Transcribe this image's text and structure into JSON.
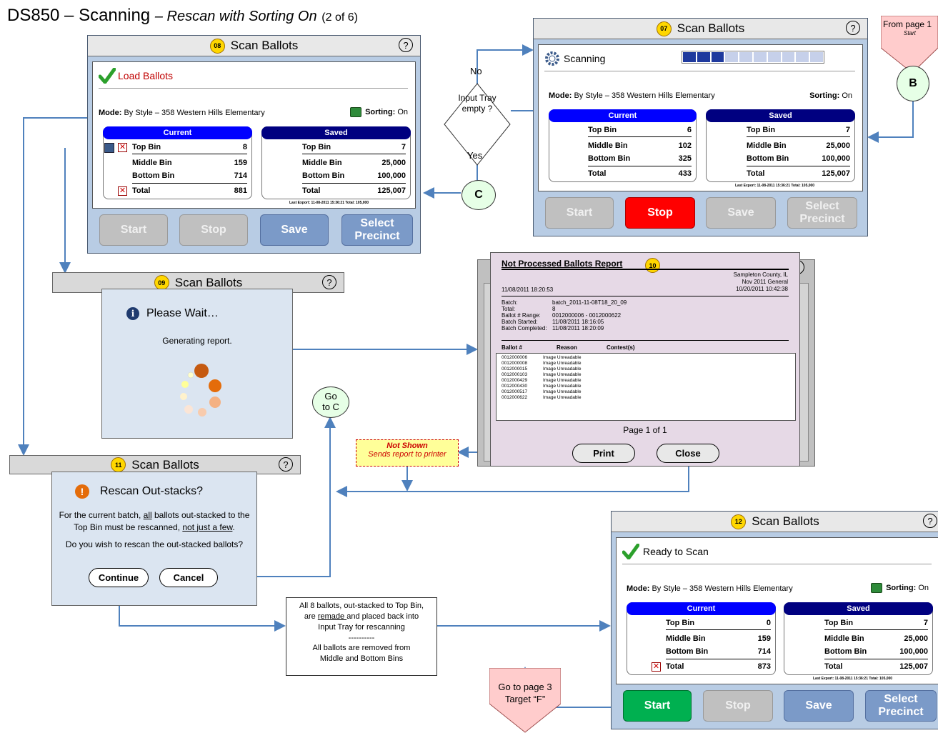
{
  "page": {
    "title_main": "DS850 – Scanning",
    "title_sep": " – ",
    "title_sub": "Rescan with Sorting On",
    "title_pg": "(2 of 6)"
  },
  "screen08": {
    "num": "08",
    "title": "Scan Ballots",
    "help": "?",
    "status": "Load Ballots",
    "mode_label": "Mode:",
    "mode_value": "By Style – 358 Western Hills Elementary",
    "sorting_label": "Sorting:",
    "sorting_value": "On",
    "current": {
      "header": "Current",
      "rows": [
        {
          "label": "Top Bin",
          "value": "8"
        },
        {
          "label": "Middle Bin",
          "value": "159"
        },
        {
          "label": "Bottom Bin",
          "value": "714"
        },
        {
          "label": "Total",
          "value": "881"
        }
      ]
    },
    "saved": {
      "header": "Saved",
      "rows": [
        {
          "label": "Top Bin",
          "value": "7"
        },
        {
          "label": "Middle Bin",
          "value": "25,000"
        },
        {
          "label": "Bottom Bin",
          "value": "100,000"
        },
        {
          "label": "Total",
          "value": "125,007"
        }
      ]
    },
    "last_export": "Last Export: 11-08-2011 15:36:21    Total: 105,000",
    "buttons": {
      "start": "Start",
      "stop": "Stop",
      "save": "Save",
      "select": "Select Precinct"
    }
  },
  "screen07": {
    "num": "07",
    "title": "Scan Ballots",
    "help": "?",
    "status": "Scanning",
    "progress": {
      "filled": 3,
      "total": 10
    },
    "mode_label": "Mode:",
    "mode_value": "By Style – 358 Western Hills Elementary",
    "sorting_label": "Sorting:",
    "sorting_value": "On",
    "current": {
      "header": "Current",
      "rows": [
        {
          "label": "Top Bin",
          "value": "6"
        },
        {
          "label": "Middle Bin",
          "value": "102"
        },
        {
          "label": "Bottom Bin",
          "value": "325"
        },
        {
          "label": "Total",
          "value": "433"
        }
      ]
    },
    "saved": {
      "header": "Saved",
      "rows": [
        {
          "label": "Top Bin",
          "value": "7"
        },
        {
          "label": "Middle Bin",
          "value": "25,000"
        },
        {
          "label": "Bottom Bin",
          "value": "100,000"
        },
        {
          "label": "Total",
          "value": "125,007"
        }
      ]
    },
    "last_export": "Last Export: 11-08-2011 15:36:21    Total: 105,000",
    "buttons": {
      "start": "Start",
      "stop": "Stop",
      "save": "Save",
      "select": "Select Precinct"
    }
  },
  "from_page": {
    "text": "From page 1",
    "sub": "Start"
  },
  "node_b": "B",
  "node_c": "C",
  "decision": {
    "text": "Input Tray empty ?",
    "no": "No",
    "yes": "Yes"
  },
  "screen09": {
    "num": "09",
    "title": "Scan Ballots",
    "help": "?",
    "status": "Please Wait…",
    "message": "Generating report."
  },
  "report": {
    "num": "10",
    "title": "Not Processed Ballots Report",
    "county": "Sampleton County, IL",
    "election": "Nov 2011 General",
    "date_right": "10/20/2011  10:42:38",
    "date_left": "11/08/2011  18:20:53",
    "fields": [
      {
        "label": "Batch:",
        "value": "batch_2011-11-08T18_20_09"
      },
      {
        "label": "Total:",
        "value": "8"
      },
      {
        "label": "Ballot # Range:",
        "value": "0012000006 - 0012000622"
      },
      {
        "label": "Batch Started:",
        "value": "11/08/2011  18:16:05"
      },
      {
        "label": "Batch Completed:",
        "value": "11/08/2011  18:20:09"
      }
    ],
    "col_ballot": "Ballot #",
    "col_reason": "Reason",
    "col_contest": "Contest(s)",
    "rows": [
      {
        "ballot": "0012000006",
        "reason": "Image Unreadable"
      },
      {
        "ballot": "0012000008",
        "reason": "Image Unreadable"
      },
      {
        "ballot": "0012000015",
        "reason": "Image Unreadable"
      },
      {
        "ballot": "0012000103",
        "reason": "Image Unreadable"
      },
      {
        "ballot": "0012000429",
        "reason": "Image Unreadable"
      },
      {
        "ballot": "0012000430",
        "reason": "Image Unreadable"
      },
      {
        "ballot": "0012000517",
        "reason": "Image Unreadable"
      },
      {
        "ballot": "0012000622",
        "reason": "Image Unreadable"
      }
    ],
    "page_info": "Page 1 of 1",
    "print": "Print",
    "close": "Close"
  },
  "not_shown": {
    "title": "Not Shown",
    "text": "Sends report to printer"
  },
  "goto_c": "Go to C",
  "screen11": {
    "num": "11",
    "title": "Scan Ballots",
    "help": "?",
    "heading": "Rescan Out-stacks?",
    "p1a": "For the current batch, ",
    "p1b": "all",
    "p1c": " ballots out-stacked to the Top Bin must be rescanned, ",
    "p1d": "not just a few",
    "p1e": ".",
    "p2": "Do you wish to rescan the out-stacked ballots?",
    "continue": "Continue",
    "cancel": "Cancel"
  },
  "note_remade": {
    "l1": "All 8 ballots, out-stacked to Top Bin,",
    "l2a": "are ",
    "l2b": "remade ",
    "l2c": "and placed back into",
    "l3": "Input Tray for rescanning",
    "l4": "----------",
    "l5": "All ballots are removed from",
    "l6": "Middle and Bottom Bins"
  },
  "screen12": {
    "num": "12",
    "title": "Scan Ballots",
    "help": "?",
    "status": "Ready to Scan",
    "mode_label": "Mode:",
    "mode_value": "By Style – 358 Western Hills Elementary",
    "sorting_label": "Sorting:",
    "sorting_value": "On",
    "current": {
      "header": "Current",
      "rows": [
        {
          "label": "Top Bin",
          "value": "0"
        },
        {
          "label": "Middle Bin",
          "value": "159"
        },
        {
          "label": "Bottom Bin",
          "value": "714"
        },
        {
          "label": "Total",
          "value": "873"
        }
      ]
    },
    "saved": {
      "header": "Saved",
      "rows": [
        {
          "label": "Top Bin",
          "value": "7"
        },
        {
          "label": "Middle Bin",
          "value": "25,000"
        },
        {
          "label": "Bottom Bin",
          "value": "100,000"
        },
        {
          "label": "Total",
          "value": "125,007"
        }
      ]
    },
    "last_export": "Last Export: 11-08-2011 15:36:21    Total: 105,000",
    "buttons": {
      "start": "Start",
      "stop": "Stop",
      "save": "Save",
      "select": "Select Precinct"
    }
  },
  "goto_page3": {
    "l1": "Go to page 3",
    "l2": "Target “F”"
  },
  "colors": {
    "connector": "#4f81bd",
    "current_header": "#0000ff",
    "saved_header": "#000080",
    "screen_bg": "#b8cce4",
    "report_bg": "#e6d9e6"
  }
}
